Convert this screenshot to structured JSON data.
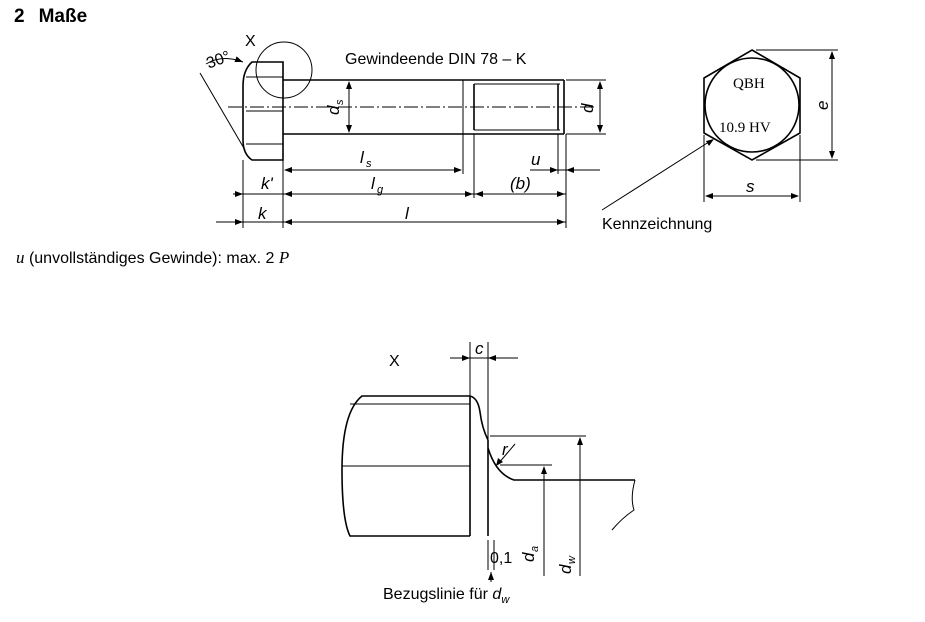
{
  "section": {
    "number": "2",
    "title": "Maße"
  },
  "top": {
    "angle": "30°",
    "detail_marker": "X",
    "thread_end_note": "Gewindeende DIN 78 – K",
    "d_s": "d",
    "d_s_sub": "s",
    "d": "d",
    "l_s": "l",
    "l_s_sub": "s",
    "l_g": "l",
    "l_g_sub": "g",
    "u": "u",
    "b": "(b)",
    "k_prime": "k'",
    "k": "k",
    "l": "l",
    "e": "e",
    "s": "s",
    "marking_1": "QBH",
    "marking_2": "10.9 HV",
    "marking_label": "Kennzeichnung"
  },
  "note": {
    "var": "u",
    "text": "(unvollständiges Gewinde): max. 2",
    "p": "P"
  },
  "detail": {
    "marker": "X",
    "c": "c",
    "r": "r",
    "d_a": "d",
    "d_a_sub": "a",
    "d_w": "d",
    "d_w_sub": "w",
    "tolerance": "0,1",
    "ref_label": "Bezugslinie für",
    "ref_var": "d",
    "ref_var_sub": "w"
  }
}
